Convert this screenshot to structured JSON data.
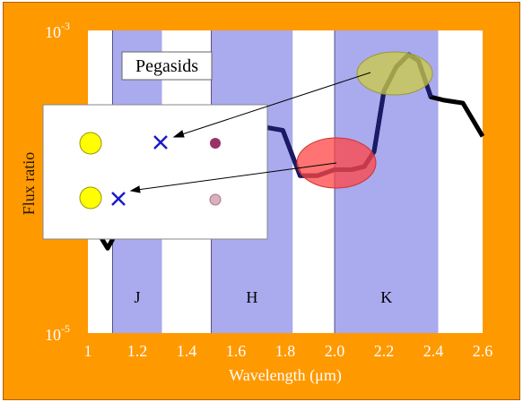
{
  "chart_data": {
    "type": "line",
    "xlabel": "Wavelength (μm)",
    "ylabel": "Flux ratio",
    "xlim": [
      1.0,
      2.6
    ],
    "ylim_labels": {
      "top": "10",
      "top_exp": "-3",
      "bottom": "10",
      "bottom_exp": "-5"
    },
    "x_ticks": [
      "1",
      "1.2",
      "1.4",
      "1.6",
      "1.8",
      "2.0",
      "2.2",
      "2.4",
      "2.6"
    ],
    "bands": [
      {
        "name": "J",
        "range": [
          1.1,
          1.3
        ]
      },
      {
        "name": "H",
        "range": [
          1.5,
          1.83
        ]
      },
      {
        "name": "K",
        "range": [
          2.0,
          2.42
        ]
      }
    ],
    "annotation": "Pegasids",
    "series": [
      {
        "x": [
          1.05,
          1.08,
          1.16,
          1.26,
          1.36,
          1.46,
          1.56,
          1.64,
          1.72,
          1.79,
          1.86,
          1.93,
          2.0,
          2.07,
          2.12,
          2.16,
          2.2,
          2.25,
          2.3,
          2.34,
          2.39,
          2.44,
          2.52,
          2.6
        ],
        "y": [
          0.32,
          0.28,
          0.4,
          0.55,
          0.6,
          0.63,
          0.66,
          0.67,
          0.68,
          0.67,
          0.52,
          0.52,
          0.54,
          0.54,
          0.55,
          0.6,
          0.8,
          0.88,
          0.92,
          0.9,
          0.78,
          0.77,
          0.76,
          0.65
        ]
      }
    ],
    "colors": {
      "background": "#ff9900",
      "band": "#aaaaee",
      "plot": "#ffffff",
      "line_black": "#000000",
      "line_blue": "#1a1a66",
      "ellipse_red": "#ff4444",
      "ellipse_yellow": "#cccc44"
    }
  }
}
